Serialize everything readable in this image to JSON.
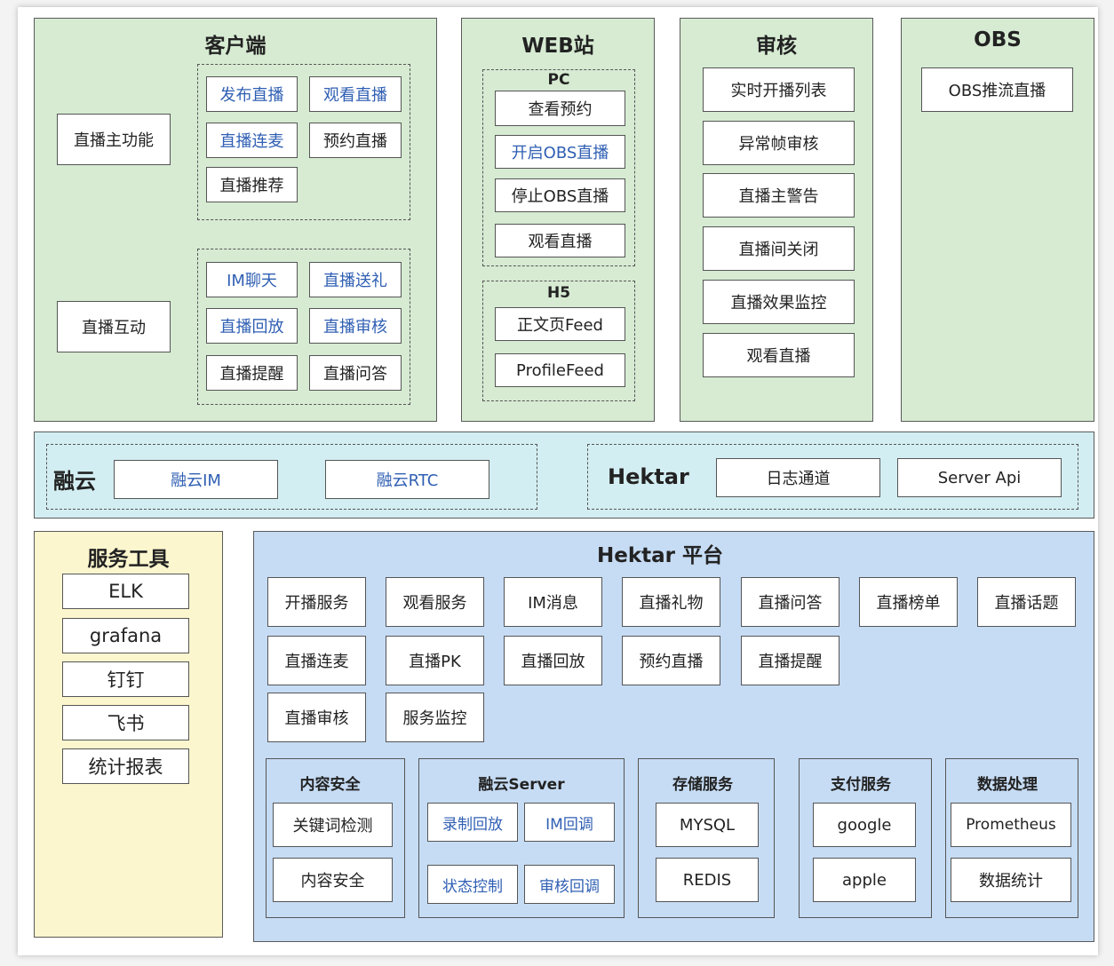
{
  "client": {
    "title": "客户端",
    "main_label": "直播主功能",
    "interact_label": "直播互动",
    "main_items": [
      "发布直播",
      "观看直播",
      "直播连麦",
      "预约直播",
      "直播推荐"
    ],
    "interact_items": [
      "IM聊天",
      "直播送礼",
      "直播回放",
      "直播审核",
      "直播提醒",
      "直播问答"
    ]
  },
  "web": {
    "title": "WEB站",
    "pc_label": "PC",
    "pc_items": [
      "查看预约",
      "开启OBS直播",
      "停止OBS直播",
      "观看直播"
    ],
    "h5_label": "H5",
    "h5_items": [
      "正文页Feed",
      "ProfileFeed"
    ]
  },
  "audit": {
    "title": "审核",
    "items": [
      "实时开播列表",
      "异常帧审核",
      "直播主警告",
      "直播间关闭",
      "直播效果监控",
      "观看直播"
    ]
  },
  "obs": {
    "title": "OBS",
    "items": [
      "OBS推流直播"
    ]
  },
  "middle": {
    "rongyun_label": "融云",
    "rongyun_items": [
      "融云IM",
      "融云RTC"
    ],
    "hektar_label": "Hektar",
    "hektar_items": [
      "日志通道",
      "Server Api"
    ]
  },
  "tools": {
    "title": "服务工具",
    "items": [
      "ELK",
      "grafana",
      "钉钉",
      "飞书",
      "统计报表"
    ]
  },
  "platform": {
    "title": "Hektar 平台",
    "services": [
      "开播服务",
      "观看服务",
      "IM消息",
      "直播礼物",
      "直播问答",
      "直播榜单",
      "直播话题",
      "直播连麦",
      "直播PK",
      "直播回放",
      "预约直播",
      "直播提醒",
      "直播审核",
      "服务监控"
    ],
    "groups": [
      {
        "title": "内容安全",
        "items": [
          "关键词检测",
          "内容安全"
        ]
      },
      {
        "title": "融云Server",
        "items": [
          "录制回放",
          "IM回调",
          "状态控制",
          "审核回调"
        ]
      },
      {
        "title": "存储服务",
        "items": [
          "MYSQL",
          "REDIS"
        ]
      },
      {
        "title": "支付服务",
        "items": [
          "google",
          "apple"
        ]
      },
      {
        "title": "数据处理",
        "items": [
          "Prometheus",
          "数据统计"
        ]
      }
    ]
  },
  "colors": {
    "green_panel": "#d6ebd2",
    "cyan_panel": "#d3eef2",
    "yellow_panel": "#fcf6ce",
    "blue_panel": "#c6dcf4",
    "blue_text": "#2f5fb3"
  }
}
